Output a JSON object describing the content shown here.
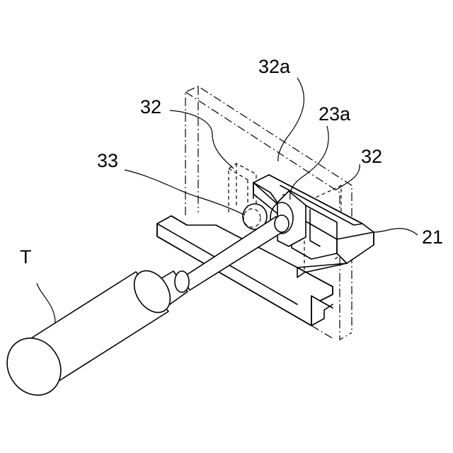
{
  "figure": {
    "labels": {
      "ref_32a": "32a",
      "ref_32_left": "32",
      "ref_23a": "23a",
      "ref_32_right": "32",
      "ref_33": "33",
      "ref_21": "21",
      "ref_T": "T"
    }
  }
}
